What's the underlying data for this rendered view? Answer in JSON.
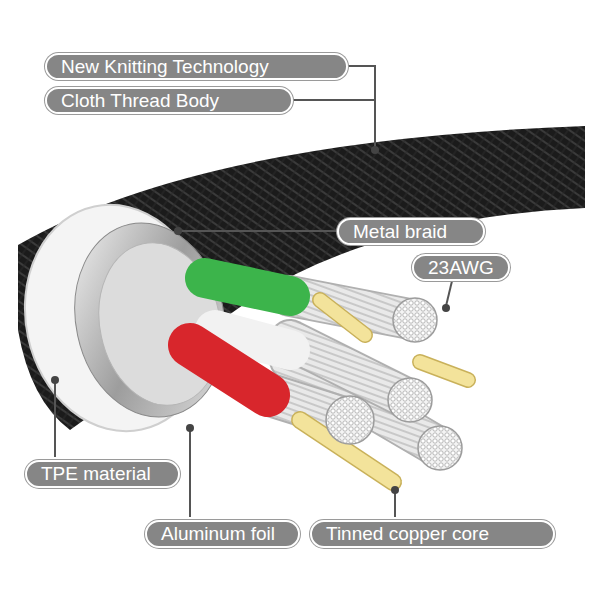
{
  "diagram": {
    "nodes": [
      {
        "text": [
          "New Knitting Technology"
        ]
      },
      {
        "text": [
          "Cloth Thread Body"
        ]
      },
      {
        "text": [
          "Metal braid"
        ]
      },
      {
        "text": [
          "23AWG"
        ]
      },
      {
        "text": [
          "TPE material"
        ]
      },
      {
        "text": [
          "Aluminum foil"
        ]
      },
      {
        "text": [
          "Tinned copper core"
        ]
      }
    ]
  }
}
